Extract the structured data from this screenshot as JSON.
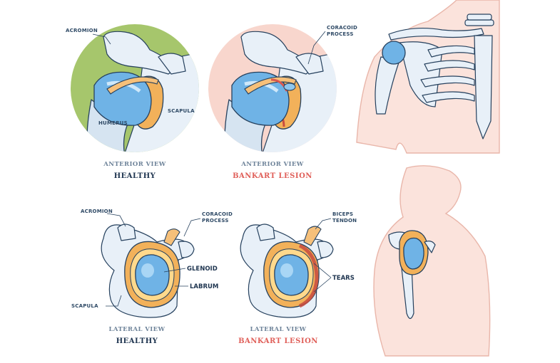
{
  "panels": {
    "anterior_healthy": {
      "view": "ANTERIOR VIEW",
      "condition": "HEALTHY",
      "labels": {
        "acromion": "ACROMION",
        "humerus": "HUMERUS",
        "scapula": "SCAPULA"
      }
    },
    "anterior_lesion": {
      "view": "ANTERIOR VIEW",
      "condition": "BANKART LESION",
      "labels": {
        "coracoid_line1": "CORACOID",
        "coracoid_line2": "PROCESS"
      }
    },
    "lateral_healthy": {
      "view": "LATERAL VIEW",
      "condition": "HEALTHY",
      "labels": {
        "acromion": "ACROMION",
        "coracoid_line1": "CORACOID",
        "coracoid_line2": "PROCESS",
        "glenoid": "GLENOID",
        "labrum": "LABRUM",
        "scapula": "SCAPULA"
      }
    },
    "lateral_lesion": {
      "view": "LATERAL VIEW",
      "condition": "BANKART LESION",
      "labels": {
        "biceps_line1": "BICEPS",
        "biceps_line2": "TENDON",
        "tears": "TEARS"
      }
    }
  },
  "colors": {
    "healthy_bg": "#a6c66c",
    "lesion_bg": "#f8d6cd",
    "healthy_text": "#1f3550",
    "lesion_text": "#e0605a"
  }
}
